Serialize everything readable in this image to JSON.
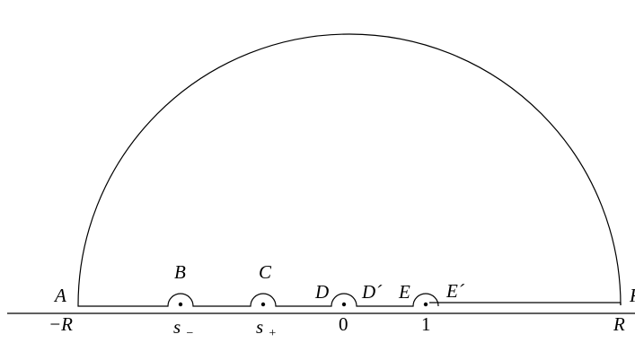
{
  "contour": {
    "points": {
      "A": "A",
      "B": "B",
      "C": "C",
      "D": "D",
      "D_prime": "D´",
      "E": "E",
      "E_prime": "E´",
      "F": "F"
    },
    "axis_labels": {
      "minus_R": "−R",
      "s_minus_base": "s",
      "s_minus_sub": "−",
      "s_plus_base": "s",
      "s_plus_sub": "+",
      "zero": "0",
      "one": "1",
      "R": "R"
    }
  }
}
